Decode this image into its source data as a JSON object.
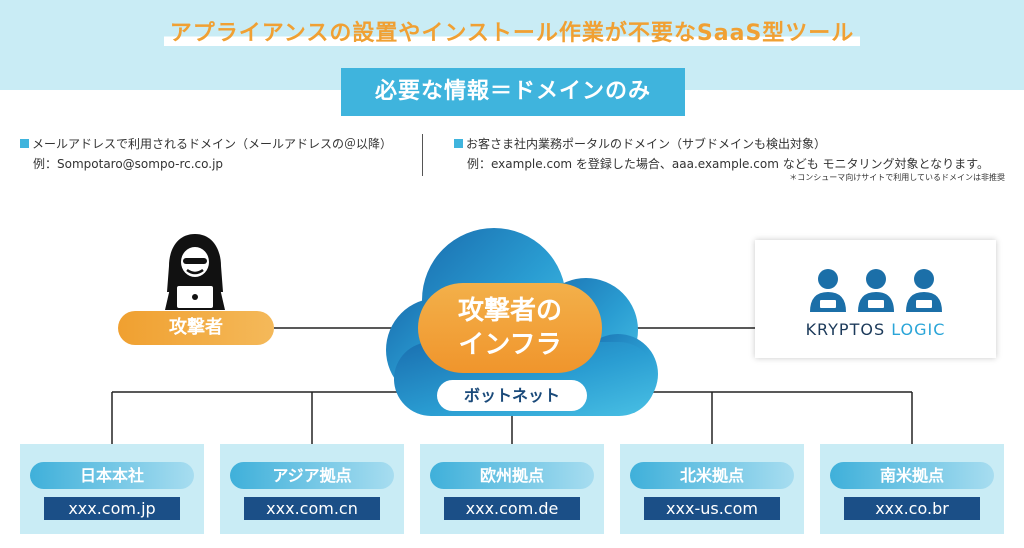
{
  "header": {
    "headline": "アプライアンスの設置やインストール作業が不要なSaaS型ツール",
    "requirement": "必要な情報＝ドメインのみ"
  },
  "notes": {
    "left": {
      "title": "メールアドレスで利用されるドメイン（メールアドレスの＠以降）",
      "example": "例：Sompotaro@sompo-rc.co.jp"
    },
    "right": {
      "title": "お客さま社内業務ポータルのドメイン（サブドメインも検出対象）",
      "example": "例：example.com を登録した場合、aaa.example.com なども モニタリング対象となります。",
      "footnote": "＊コンシューマ向けサイトで利用しているドメインは非推奨"
    }
  },
  "diagram": {
    "attacker_label": "攻撃者",
    "infra_label_line1": "攻撃者の",
    "infra_label_line2": "インフラ",
    "botnet_label": "ボットネット",
    "kryptos": {
      "word1": "KRYPTOS",
      "word2": "LOGIC"
    },
    "branches": [
      {
        "name": "日本本社",
        "domain": "xxx.com.jp"
      },
      {
        "name": "アジア拠点",
        "domain": "xxx.com.cn"
      },
      {
        "name": "欧州拠点",
        "domain": "xxx.com.de"
      },
      {
        "name": "北米拠点",
        "domain": "xxx-us.com"
      },
      {
        "name": "南米拠点",
        "domain": "xxx.co.br"
      }
    ]
  },
  "colors": {
    "accent_blue": "#3fb4dd",
    "accent_orange": "#f0a033",
    "navy": "#1b4f87",
    "light_blue_bg": "#c9ecf5"
  },
  "icons": [
    "hacker-icon",
    "cloud-icon",
    "person-icon"
  ]
}
